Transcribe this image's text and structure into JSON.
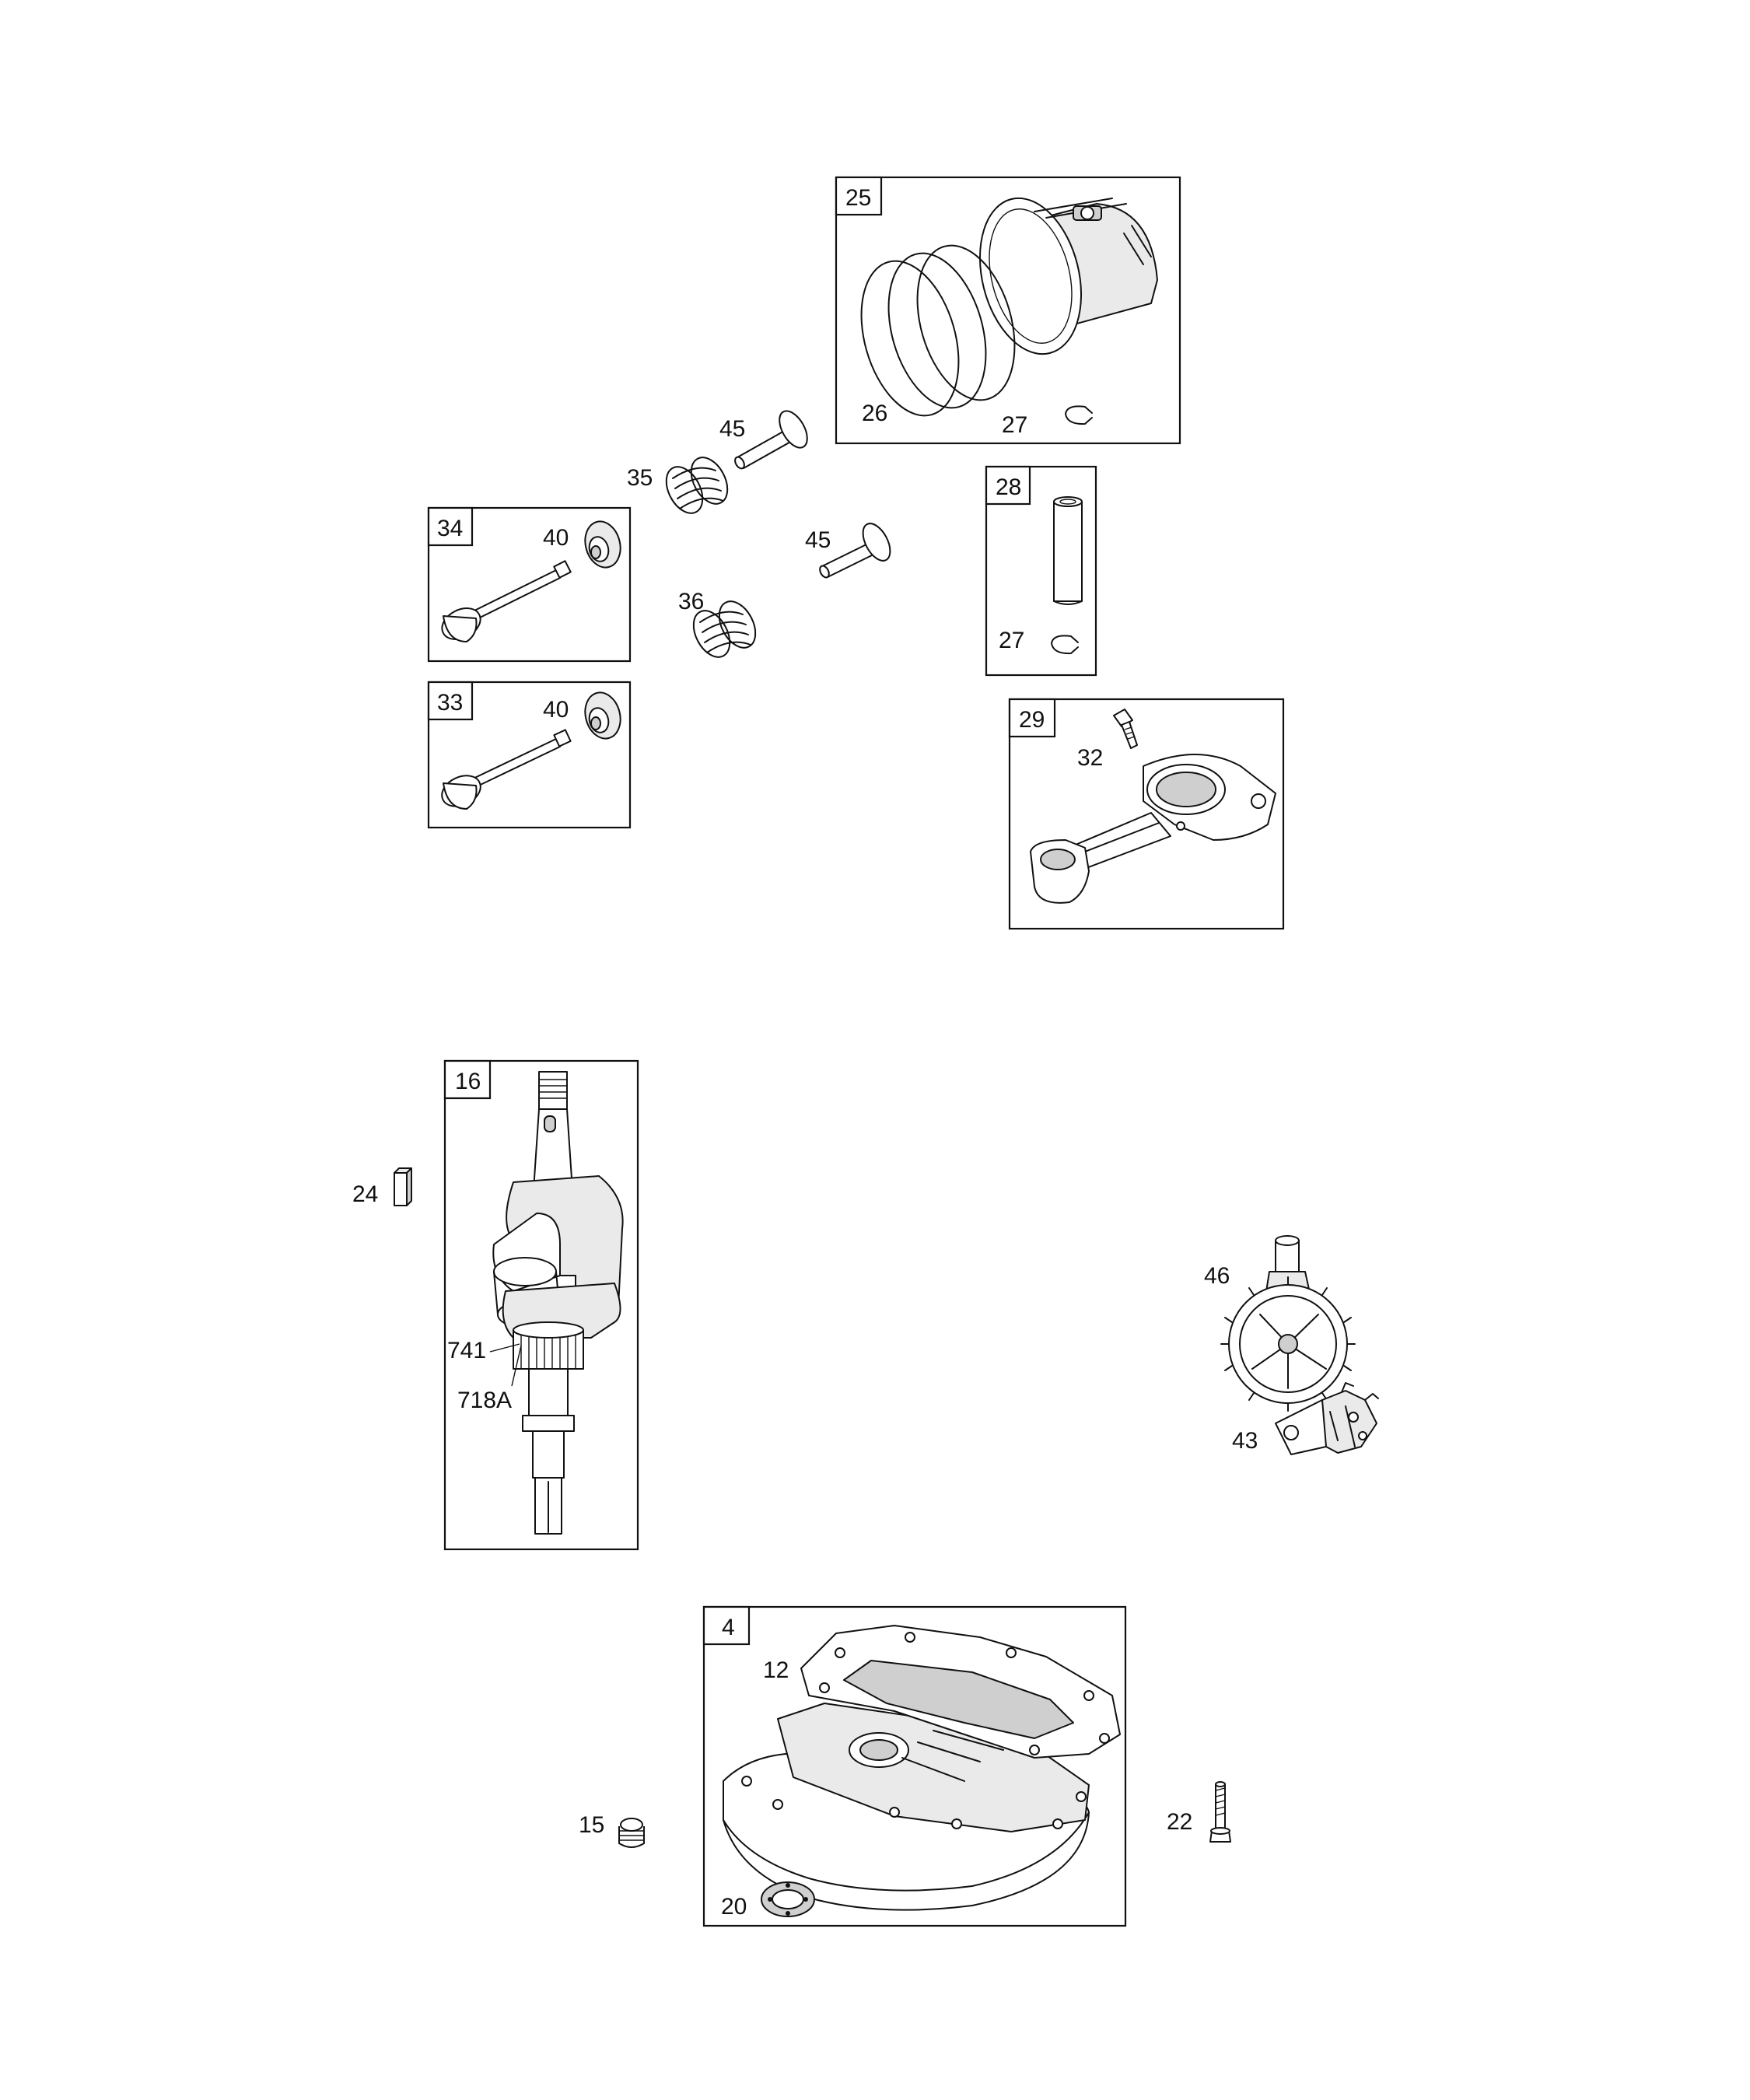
{
  "diagram": {
    "groups": {
      "g25": {
        "id": "25",
        "parts": {
          "rings": "26",
          "clip": "27"
        }
      },
      "g28": {
        "id": "28",
        "parts": {
          "clip": "27"
        }
      },
      "g34": {
        "id": "34",
        "parts": {
          "keeper": "40"
        }
      },
      "g33": {
        "id": "33",
        "parts": {
          "keeper": "40"
        }
      },
      "g29": {
        "id": "29",
        "parts": {
          "screw": "32"
        }
      },
      "g16": {
        "id": "16",
        "parts": {
          "gear": "741",
          "gear_key": "718A"
        }
      },
      "g4": {
        "id": "4",
        "parts": {
          "gasket": "12",
          "seal": "20"
        }
      }
    },
    "loose_parts": {
      "tappet_upper": "45",
      "tappet_lower": "45",
      "spring_upper": "35",
      "spring_lower": "36",
      "key": "24",
      "camshaft": "46",
      "governor": "43",
      "plug": "15",
      "bolt": "22"
    }
  },
  "colors": {
    "line": "#111111",
    "shade": "#cfcfcf",
    "light": "#eaeaea",
    "background": "#ffffff"
  }
}
